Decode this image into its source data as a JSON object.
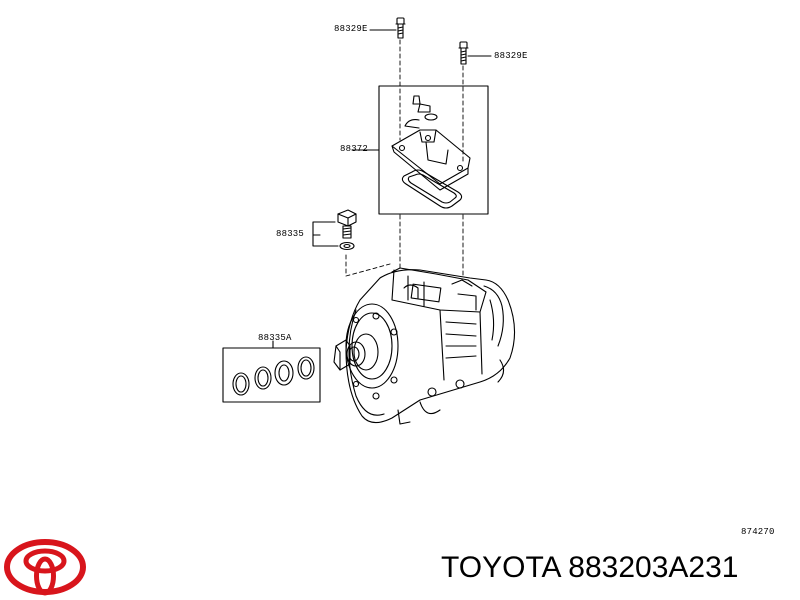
{
  "callouts": {
    "bolt_left": "88329E",
    "bolt_right": "88329E",
    "valve_assembly": "88372",
    "plug_bolt": "88335",
    "ring_kit": "88335A"
  },
  "diagram_ref": "874270",
  "footer": {
    "brand": "TOYOTA",
    "part_number": "883203A231"
  },
  "colors": {
    "line": "#000000",
    "logo": "#d8151c",
    "background": "#ffffff"
  },
  "icons": {
    "logo": "toyota-logo-icon"
  }
}
